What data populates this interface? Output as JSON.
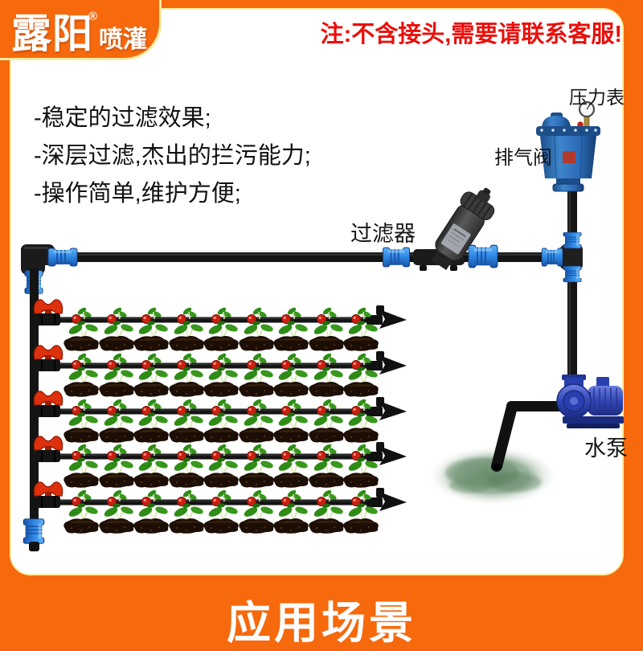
{
  "brand": {
    "name": "露阳",
    "reg": "®",
    "sub": "喷灌"
  },
  "notice": "注:不含接头,需要请联系客服!",
  "features": [
    "-稳定的过滤效果;",
    "-深层过滤,杰出的拦污能力;",
    "-操作简单,维护方便;"
  ],
  "labels": {
    "pressure_gauge": "压力表",
    "air_valve": "排气阀",
    "filter": "过滤器",
    "pump": "水泵"
  },
  "footer": {
    "title": "应用场景"
  },
  "diagram": {
    "rows": 5,
    "plants_per_row": 9,
    "components": [
      "air-release-valve",
      "pressure-gauge",
      "disc-filter",
      "tee-fitting",
      "elbow-fitting",
      "blue-compression-fittings",
      "row-valves",
      "drip-lines",
      "arrow-end-plugs",
      "manifold-pipe",
      "end-cap",
      "water-pump",
      "suction-pipe",
      "pond"
    ]
  },
  "colors": {
    "orange": "#F6690D",
    "cream_edge": "#FAECA4",
    "notice_red": "#E9100C",
    "text_black": "#111111",
    "pipe_black": "#151515",
    "fitting_blue": "#2F8BE8",
    "valve_red": "#DD300D",
    "air_valve_blue": "#2B6AB5",
    "pump_blue": "#3347B8",
    "leaf_green": "#38971C",
    "soil_brown": "#1C0E05",
    "emitter_red": "#C92012",
    "pond_green": "#7C9B80",
    "white": "#FFFFFF"
  }
}
